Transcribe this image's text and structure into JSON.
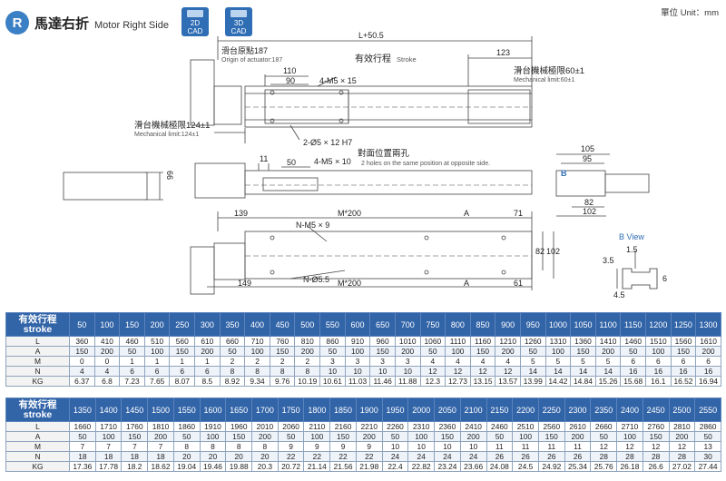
{
  "header": {
    "badge": "R",
    "title_cn": "馬達右折",
    "title_en": "Motor Right Side",
    "cad_2d": "2D\nCAD",
    "cad_3d": "3D\nCAD",
    "unit": "單位 Unit：mm"
  },
  "drawing": {
    "dim_total": "L+50.5",
    "origin_cn": "滑台原點187",
    "origin_en": "Origin of actuator:187",
    "stroke_cn": "有效行程",
    "stroke_en": "Stroke",
    "dim_123": "123",
    "mech_right_cn": "滑台機械極限60±1",
    "mech_right_en": "Mechanical limit:60±1",
    "dim_110": "110",
    "dim_90": "90",
    "tap_top": "4-M5 × 15",
    "mech_left_cn": "滑台機械極限124±1",
    "mech_left_en": "Mechanical limit:124±1",
    "pin_hole": "2-Ø5 × 12 H7",
    "opp_cn": "對面位置兩孔",
    "opp_en": "2 holes on the same position at opposite side.",
    "dim_11": "11",
    "dim_50": "50",
    "tap_side": "4-M5 × 10",
    "dim_66": "66",
    "dim_105": "105",
    "dim_95": "95",
    "dim_82a": "82",
    "dim_102a": "102",
    "b_label": "B",
    "dim_139": "139",
    "dim_m200a": "M*200",
    "dim_a1": "A",
    "dim_71": "71",
    "tap_bottom": "N-M5 × 9",
    "dim_82b": "82",
    "dim_102b": "102",
    "hole_bottom": "N-Ø5.5",
    "dim_149": "149",
    "dim_m200b": "M*200",
    "dim_a2": "A",
    "dim_61": "61",
    "bview_title": "B View",
    "dim_1_5": "1.5",
    "dim_3_5": "3.5",
    "dim_6": "6",
    "dim_4_5": "4.5"
  },
  "table_labels": {
    "stroke_cn": "有效行程",
    "stroke_en": "stroke",
    "rows": [
      "L",
      "A",
      "M",
      "N",
      "KG"
    ]
  },
  "table1": {
    "stroke": [
      "50",
      "100",
      "150",
      "200",
      "250",
      "300",
      "350",
      "400",
      "450",
      "500",
      "550",
      "600",
      "650",
      "700",
      "750",
      "800",
      "850",
      "900",
      "950",
      "1000",
      "1050",
      "1100",
      "1150",
      "1200",
      "1250",
      "1300"
    ],
    "L": [
      "360",
      "410",
      "460",
      "510",
      "560",
      "610",
      "660",
      "710",
      "760",
      "810",
      "860",
      "910",
      "960",
      "1010",
      "1060",
      "1110",
      "1160",
      "1210",
      "1260",
      "1310",
      "1360",
      "1410",
      "1460",
      "1510",
      "1560",
      "1610"
    ],
    "A": [
      "150",
      "200",
      "50",
      "100",
      "150",
      "200",
      "50",
      "100",
      "150",
      "200",
      "50",
      "100",
      "150",
      "200",
      "50",
      "100",
      "150",
      "200",
      "50",
      "100",
      "150",
      "200",
      "50",
      "100",
      "150",
      "200"
    ],
    "M": [
      "0",
      "0",
      "1",
      "1",
      "1",
      "1",
      "2",
      "2",
      "2",
      "2",
      "3",
      "3",
      "3",
      "3",
      "4",
      "4",
      "4",
      "4",
      "5",
      "5",
      "5",
      "5",
      "6",
      "6",
      "6",
      "6"
    ],
    "N": [
      "4",
      "4",
      "6",
      "6",
      "6",
      "6",
      "8",
      "8",
      "8",
      "8",
      "10",
      "10",
      "10",
      "10",
      "12",
      "12",
      "12",
      "12",
      "14",
      "14",
      "14",
      "14",
      "16",
      "16",
      "16",
      "16"
    ],
    "KG": [
      "6.37",
      "6.8",
      "7.23",
      "7.65",
      "8.07",
      "8.5",
      "8.92",
      "9.34",
      "9.76",
      "10.19",
      "10.61",
      "11.03",
      "11.46",
      "11.88",
      "12.3",
      "12.73",
      "13.15",
      "13.57",
      "13.99",
      "14.42",
      "14.84",
      "15.26",
      "15.68",
      "16.1",
      "16.52",
      "16.94"
    ]
  },
  "table2": {
    "stroke": [
      "1350",
      "1400",
      "1450",
      "1500",
      "1550",
      "1600",
      "1650",
      "1700",
      "1750",
      "1800",
      "1850",
      "1900",
      "1950",
      "2000",
      "2050",
      "2100",
      "2150",
      "2200",
      "2250",
      "2300",
      "2350",
      "2400",
      "2450",
      "2500",
      "2550"
    ],
    "L": [
      "1660",
      "1710",
      "1760",
      "1810",
      "1860",
      "1910",
      "1960",
      "2010",
      "2060",
      "2110",
      "2160",
      "2210",
      "2260",
      "2310",
      "2360",
      "2410",
      "2460",
      "2510",
      "2560",
      "2610",
      "2660",
      "2710",
      "2760",
      "2810",
      "2860"
    ],
    "A": [
      "50",
      "100",
      "150",
      "200",
      "50",
      "100",
      "150",
      "200",
      "50",
      "100",
      "150",
      "200",
      "50",
      "100",
      "150",
      "200",
      "50",
      "100",
      "150",
      "200",
      "50",
      "100",
      "150",
      "200",
      "50"
    ],
    "M": [
      "7",
      "7",
      "7",
      "7",
      "8",
      "8",
      "8",
      "8",
      "9",
      "9",
      "9",
      "9",
      "10",
      "10",
      "10",
      "10",
      "11",
      "11",
      "11",
      "11",
      "12",
      "12",
      "12",
      "12",
      "13"
    ],
    "N": [
      "18",
      "18",
      "18",
      "18",
      "20",
      "20",
      "20",
      "20",
      "22",
      "22",
      "22",
      "22",
      "24",
      "24",
      "24",
      "24",
      "26",
      "26",
      "26",
      "26",
      "28",
      "28",
      "28",
      "28",
      "30"
    ],
    "KG": [
      "17.36",
      "17.78",
      "18.2",
      "18.62",
      "19.04",
      "19.46",
      "19.88",
      "20.3",
      "20.72",
      "21.14",
      "21.56",
      "21.98",
      "22.4",
      "22.82",
      "23.24",
      "23.66",
      "24.08",
      "24.5",
      "24.92",
      "25.34",
      "25.76",
      "26.18",
      "26.6",
      "27.02",
      "27.44"
    ]
  }
}
